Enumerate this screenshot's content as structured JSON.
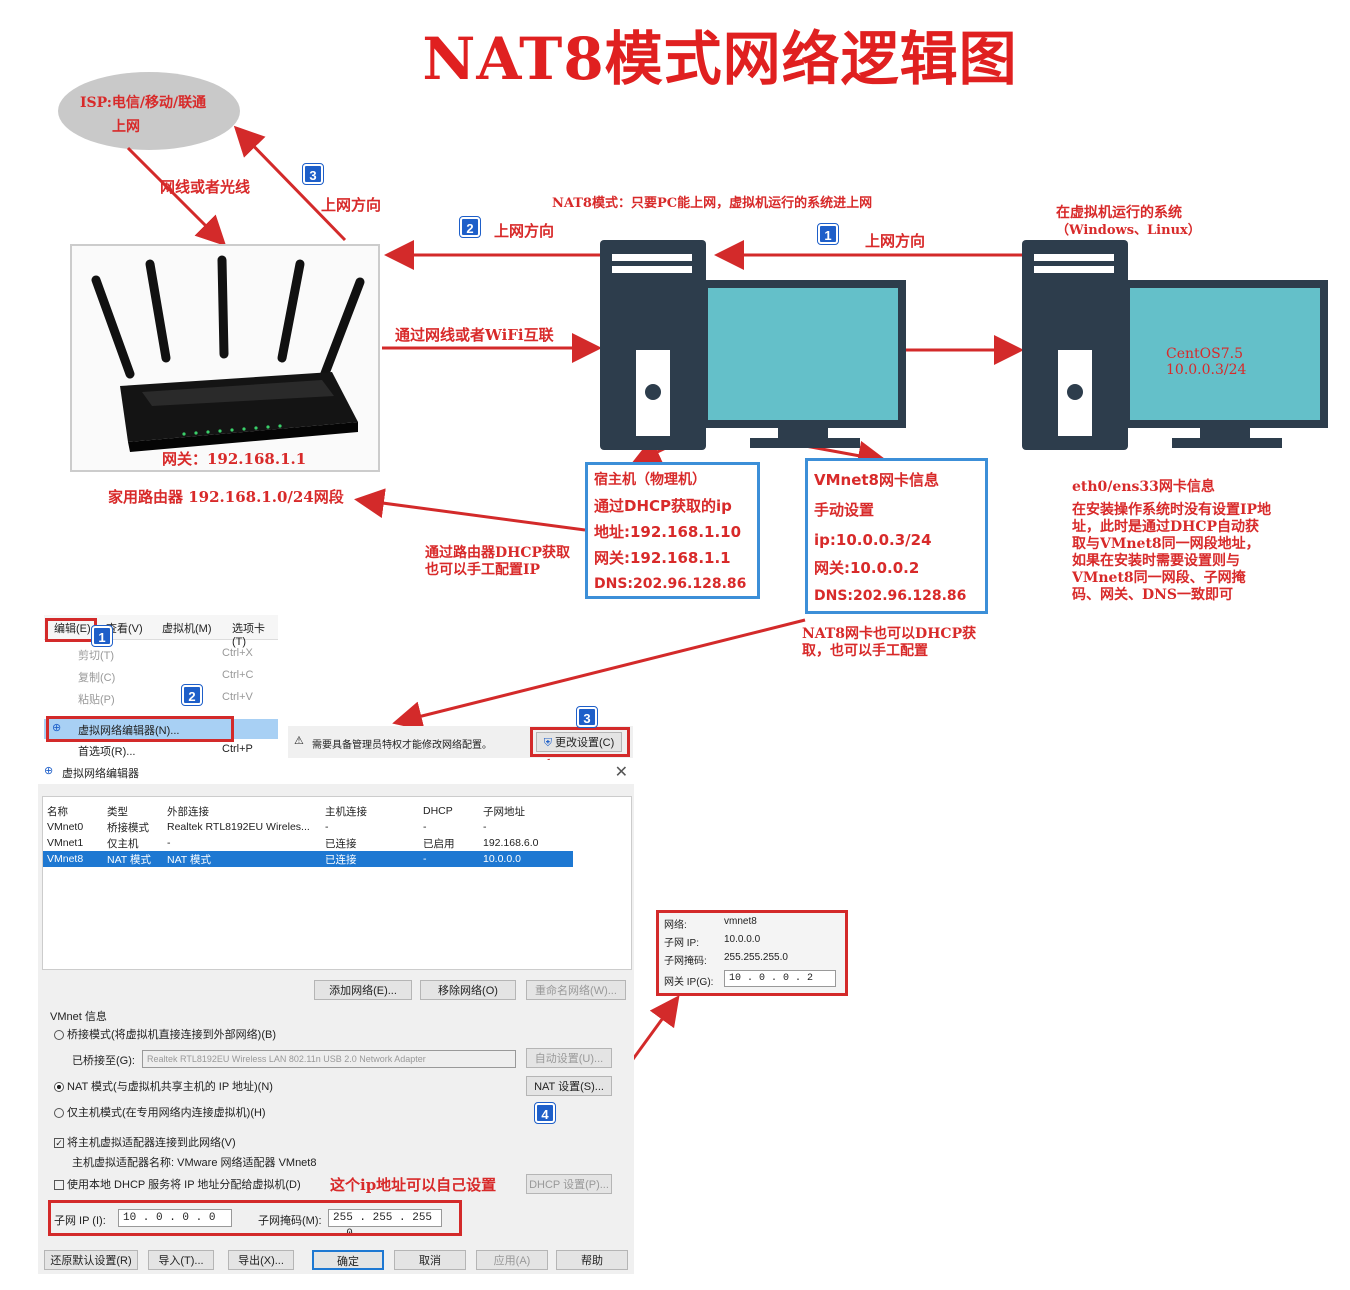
{
  "title": "NAT8模式网络逻辑图",
  "isp": {
    "line1": "ISP:电信/移动/联通",
    "line2": "上网"
  },
  "labels": {
    "cable": "网线或者光线",
    "up": "上网方向",
    "nat_desc": "NAT8模式：只要PC能上网，虚拟机运行的系统进上网",
    "vm_os": "在虚拟机运行的系统",
    "vm_os_types": "（Windows、Linux）",
    "wifi": "通过网线或者WiFi互联",
    "router_gw": "网关：192.168.1.1",
    "home_router": "家用路由器 192.168.1.0/24网段",
    "dhcp_note1": "通过路由器DHCP获取",
    "dhcp_note2": "也可以手工配置IP",
    "centos1": "CentOS7.5",
    "centos2": "10.0.0.3/24",
    "eth0_title": "eth0/ens33网卡信息",
    "eth0_note": "在安装操作系统时没有设置IP地址，此时是通过DHCP自动获取与VMnet8同一网段地址，如果在安装时需要设置则与VMnet8同一网段、子网掩码、网关、DNS一致即可",
    "nat_nic_note1": "NAT8网卡也可以DHCP获",
    "nat_nic_note2": "取，也可以手工配置",
    "custom_ip": "这个ip地址可以自己设置"
  },
  "host_box": [
    "宿主机（物理机）",
    "通过DHCP获取的ip",
    "地址:192.168.1.10",
    "网关:192.168.1.1",
    "DNS:202.96.128.86"
  ],
  "vmnet8_box": [
    "VMnet8网卡信息",
    "手动设置",
    "ip:10.0.0.3/24",
    "网关:10.0.0.2",
    "DNS:202.96.128.86"
  ],
  "badges": [
    "1",
    "2",
    "3",
    "4"
  ],
  "menu": {
    "bar": [
      "编辑(E)",
      "查看(V)",
      "虚拟机(M)",
      "选项卡(T)"
    ],
    "items": [
      {
        "label": "剪切(T)",
        "shortcut": "Ctrl+X"
      },
      {
        "label": "复制(C)",
        "shortcut": "Ctrl+C"
      },
      {
        "label": "粘贴(P)",
        "shortcut": "Ctrl+V"
      },
      {
        "label": "虚拟网络编辑器(N)...",
        "shortcut": ""
      },
      {
        "label": "首选项(R)...",
        "shortcut": "Ctrl+P"
      }
    ]
  },
  "admin_notice": "需要具备管理员特权才能修改网络配置。",
  "change_settings": "更改设置(C)",
  "editor": {
    "title": "虚拟网络编辑器",
    "columns": [
      "名称",
      "类型",
      "外部连接",
      "主机连接",
      "DHCP",
      "子网地址"
    ],
    "rows": [
      [
        "VMnet0",
        "桥接模式",
        "Realtek RTL8192EU Wireles...",
        "-",
        "-",
        "-"
      ],
      [
        "VMnet1",
        "仅主机",
        "-",
        "已连接",
        "已启用",
        "192.168.6.0"
      ],
      [
        "VMnet8",
        "NAT 模式",
        "NAT 模式",
        "已连接",
        "-",
        "10.0.0.0"
      ]
    ],
    "add_network": "添加网络(E)...",
    "remove_network": "移除网络(O)",
    "rename_network": "重命名网络(W)...",
    "vmnet_info": "VMnet 信息",
    "bridge_mode": "桥接模式(将虚拟机直接连接到外部网络)(B)",
    "bridged_to": "已桥接至(G):",
    "bridged_adapter": "Realtek RTL8192EU Wireless LAN 802.11n USB 2.0 Network Adapter",
    "auto_settings": "自动设置(U)...",
    "nat_mode": "NAT 模式(与虚拟机共享主机的 IP 地址)(N)",
    "nat_settings": "NAT 设置(S)...",
    "host_only": "仅主机模式(在专用网络内连接虚拟机)(H)",
    "connect_adapter": "将主机虚拟适配器连接到此网络(V)",
    "adapter_name": "主机虚拟适配器名称: VMware 网络适配器 VMnet8",
    "use_dhcp": "使用本地 DHCP 服务将 IP 地址分配给虚拟机(D)",
    "dhcp_settings": "DHCP 设置(P)...",
    "subnet_ip_label": "子网 IP (I):",
    "subnet_ip": "10 . 0 . 0 . 0",
    "subnet_mask_label": "子网掩码(M):",
    "subnet_mask": "255 . 255 . 255 . 0",
    "buttons": [
      "还原默认设置(R)",
      "导入(T)...",
      "导出(X)...",
      "确定",
      "取消",
      "应用(A)",
      "帮助"
    ]
  },
  "nat_panel": {
    "network_label": "网络:",
    "network": "vmnet8",
    "subnet_label": "子网 IP:",
    "subnet": "10.0.0.0",
    "mask_label": "子网掩码:",
    "mask": "255.255.255.0",
    "gateway_label": "网关 IP(G):",
    "gateway": "10 . 0 . 0 . 2"
  }
}
